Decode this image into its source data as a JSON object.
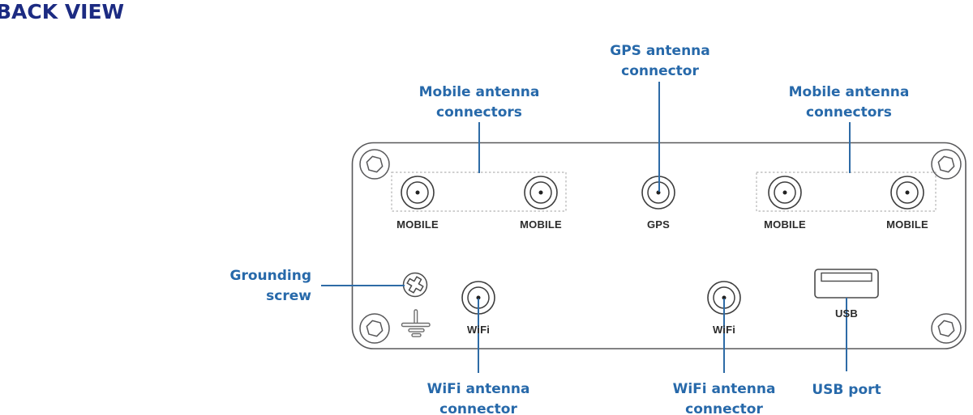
{
  "title": "BACK VIEW",
  "colors": {
    "title_navy": "#1c2b82",
    "annotation_blue": "#2769aa",
    "leader_line_blue": "#2e6ba6",
    "chassis_outline_gray": "#58585a",
    "connector_outline_gray": "#3d3d3d",
    "port_label_dark": "#2b2b2b"
  },
  "device": {
    "port_labels": {
      "mobile_1": "MOBILE",
      "mobile_2": "MOBILE",
      "gps": "GPS",
      "mobile_3": "MOBILE",
      "mobile_4": "MOBILE",
      "wifi_1": "WiFi",
      "wifi_2": "WiFi",
      "usb": "USB"
    }
  },
  "annotations": {
    "mobile_left": {
      "line1": "Mobile antenna",
      "line2": "connectors"
    },
    "gps": {
      "line1": "GPS antenna",
      "line2": "connector"
    },
    "mobile_right": {
      "line1": "Mobile antenna",
      "line2": "connectors"
    },
    "grounding_screw": {
      "line1": "Grounding",
      "line2": "screw"
    },
    "wifi_left": {
      "line1": "WiFi antenna",
      "line2": "connector"
    },
    "wifi_right": {
      "line1": "WiFi antenna",
      "line2": "connector"
    },
    "usb_port": {
      "label": "USB port"
    }
  }
}
